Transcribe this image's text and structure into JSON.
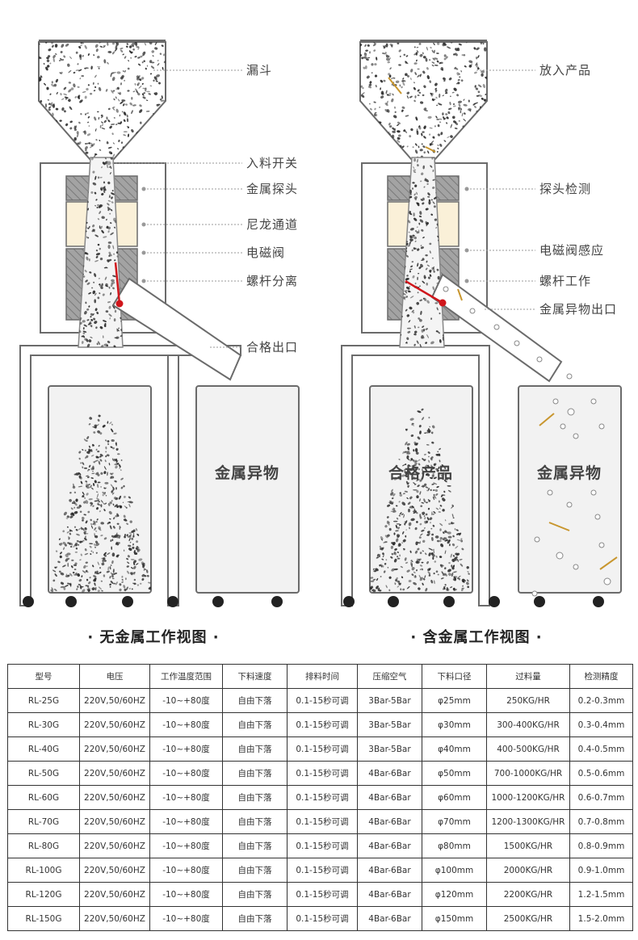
{
  "left_diagram": {
    "labels": {
      "hopper": "漏斗",
      "inlet_switch": "入料开关",
      "metal_probe": "金属探头",
      "nylon_channel": "尼龙通道",
      "solenoid_valve": "电磁阀",
      "screw_separation": "螺杆分离",
      "qualified_outlet": "合格出口"
    },
    "right_bin_label": "金属异物",
    "caption": "· 无金属工作视图 ·"
  },
  "right_diagram": {
    "labels": {
      "put_in_product": "放入产品",
      "probe_detection": "探头检测",
      "solenoid_sensing": "电磁阀感应",
      "screw_working": "螺杆工作",
      "metal_outlet": "金属异物出口"
    },
    "left_bin_label": "合格产品",
    "right_bin_label": "金属异物",
    "caption": "· 含金属工作视图 ·"
  },
  "colors": {
    "frame": "#6b6b6b",
    "bin_fill": "#f2f2f2",
    "probe_fill": "#9a9a9a",
    "nylon_fill": "#faf0d8",
    "valve_line": "#d0161b",
    "metal_pin": "#c8962e"
  },
  "spec_table": {
    "headers": [
      "型号",
      "电压",
      "工作温度范围",
      "下料速度",
      "排料时间",
      "压缩空气",
      "下料口径",
      "过料量",
      "检测精度"
    ],
    "rows": [
      [
        "RL-25G",
        "220V,50/60HZ",
        "-10~+80度",
        "自由下落",
        "0.1-15秒可调",
        "3Bar-5Bar",
        "φ25mm",
        "250KG/HR",
        "0.2-0.3mm"
      ],
      [
        "RL-30G",
        "220V,50/60HZ",
        "-10~+80度",
        "自由下落",
        "0.1-15秒可调",
        "3Bar-5Bar",
        "φ30mm",
        "300-400KG/HR",
        "0.3-0.4mm"
      ],
      [
        "RL-40G",
        "220V,50/60HZ",
        "-10~+80度",
        "自由下落",
        "0.1-15秒可调",
        "3Bar-5Bar",
        "φ40mm",
        "400-500KG/HR",
        "0.4-0.5mm"
      ],
      [
        "RL-50G",
        "220V,50/60HZ",
        "-10~+80度",
        "自由下落",
        "0.1-15秒可调",
        "4Bar-6Bar",
        "φ50mm",
        "700-1000KG/HR",
        "0.5-0.6mm"
      ],
      [
        "RL-60G",
        "220V,50/60HZ",
        "-10~+80度",
        "自由下落",
        "0.1-15秒可调",
        "4Bar-6Bar",
        "φ60mm",
        "1000-1200KG/HR",
        "0.6-0.7mm"
      ],
      [
        "RL-70G",
        "220V,50/60HZ",
        "-10~+80度",
        "自由下落",
        "0.1-15秒可调",
        "4Bar-6Bar",
        "φ70mm",
        "1200-1300KG/HR",
        "0.7-0.8mm"
      ],
      [
        "RL-80G",
        "220V,50/60HZ",
        "-10~+80度",
        "自由下落",
        "0.1-15秒可调",
        "4Bar-6Bar",
        "φ80mm",
        "1500KG/HR",
        "0.8-0.9mm"
      ],
      [
        "RL-100G",
        "220V,50/60HZ",
        "-10~+80度",
        "自由下落",
        "0.1-15秒可调",
        "4Bar-6Bar",
        "φ100mm",
        "2000KG/HR",
        "0.9-1.0mm"
      ],
      [
        "RL-120G",
        "220V,50/60HZ",
        "-10~+80度",
        "自由下落",
        "0.1-15秒可调",
        "4Bar-6Bar",
        "φ120mm",
        "2200KG/HR",
        "1.2-1.5mm"
      ],
      [
        "RL-150G",
        "220V,50/60HZ",
        "-10~+80度",
        "自由下落",
        "0.1-15秒可调",
        "4Bar-6Bar",
        "φ150mm",
        "2500KG/HR",
        "1.5-2.0mm"
      ]
    ]
  }
}
